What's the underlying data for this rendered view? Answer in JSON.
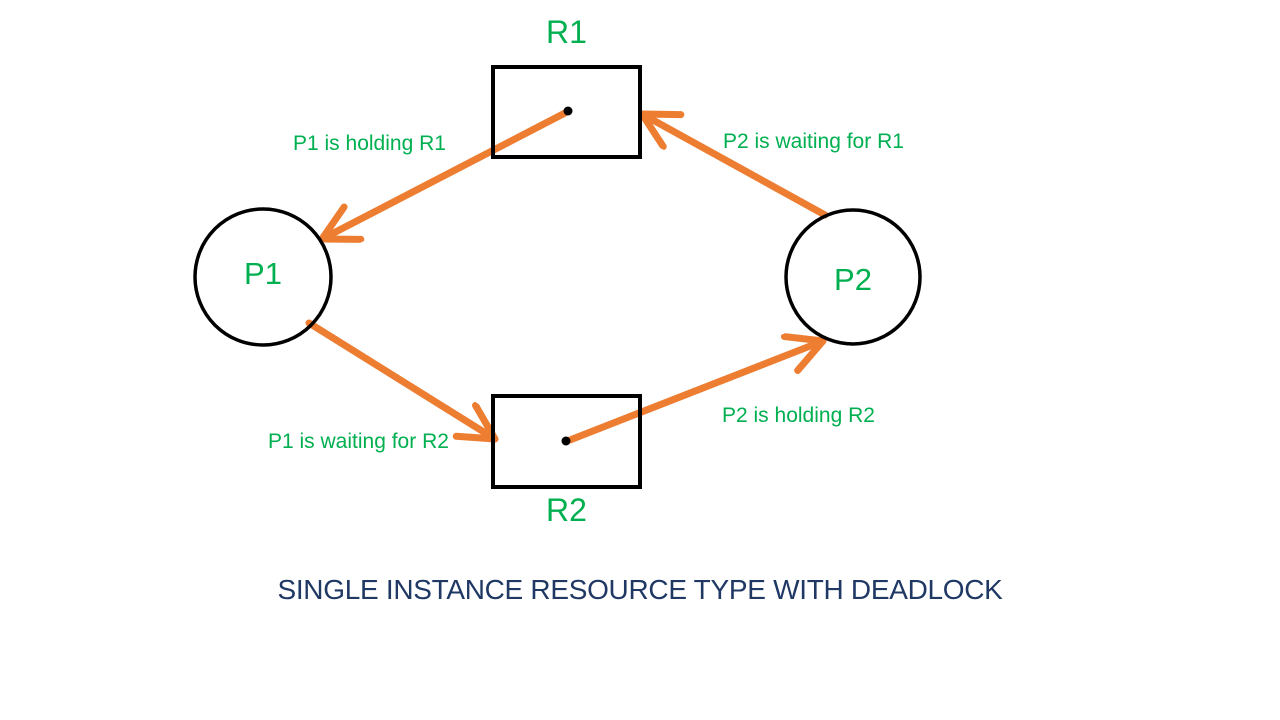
{
  "diagram": {
    "caption": "SINGLE INSTANCE RESOURCE TYPE WITH DEADLOCK",
    "nodes": {
      "r1": {
        "label": "R1",
        "type": "resource"
      },
      "r2": {
        "label": "R2",
        "type": "resource"
      },
      "p1": {
        "label": "P1",
        "type": "process"
      },
      "p2": {
        "label": "P2",
        "type": "process"
      }
    },
    "edges": {
      "p1_holding_r1": {
        "label": "P1 is holding R1",
        "from": "R1",
        "to": "P1",
        "kind": "assignment"
      },
      "p2_waiting_r1": {
        "label": "P2 is waiting for R1",
        "from": "P2",
        "to": "R1",
        "kind": "request"
      },
      "p1_waiting_r2": {
        "label": "P1 is waiting for R2",
        "from": "P1",
        "to": "R2",
        "kind": "request"
      },
      "p2_holding_r2": {
        "label": "P2 is holding R2",
        "from": "R2",
        "to": "P2",
        "kind": "assignment"
      }
    },
    "colors": {
      "label_green": "#00B050",
      "arrow_orange": "#ED7D31",
      "caption_navy": "#1F3864",
      "shape_stroke": "#000000",
      "background": "#FFFFFF"
    }
  }
}
